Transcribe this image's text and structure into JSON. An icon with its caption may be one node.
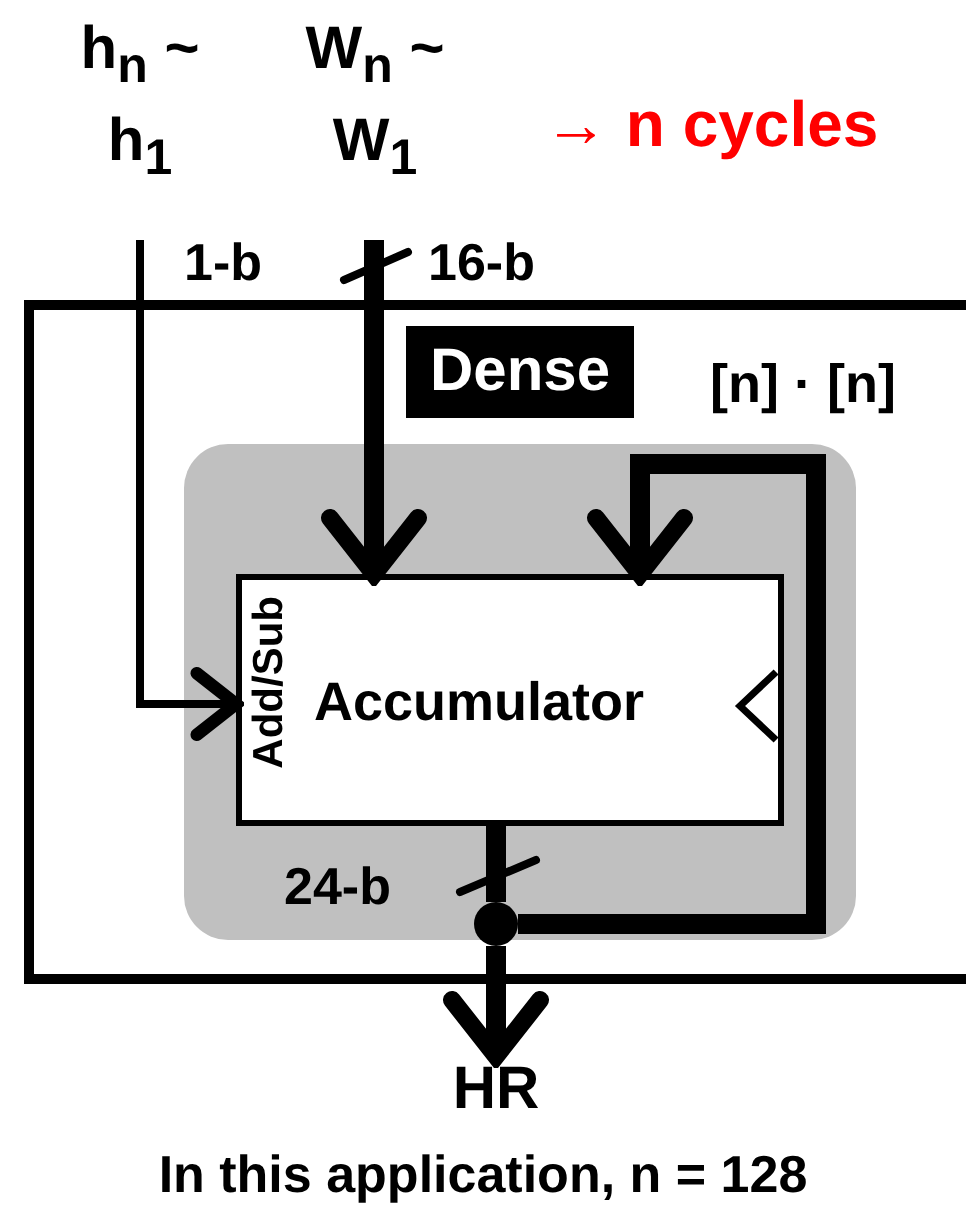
{
  "diagram": {
    "caption": "In this application, n = 128",
    "nodes": [
      {
        "text": [
          "h$_{n}$ ~ h$_{1}$"
        ]
      },
      {
        "text": [
          "W$_{n}$ ~ W$_{1}$"
        ]
      },
      {
        "text": [
          "Dense"
        ],
        "beside": [
          "[n] · [n]"
        ]
      },
      {
        "text": [],
        "shape": "box",
        "in": 2
      },
      {
        "text": [
          "Add/Sub",
          "Accumulator"
        ],
        "in": 3
      },
      {
        "text": [],
        "shape": "circle",
        "in": 3
      },
      {
        "text": [
          "HR"
        ]
      }
    ],
    "edges": [
      {
        "from": 0,
        "to": 4,
        "arrow": "to",
        "label": "1-b"
      },
      {
        "from": 1,
        "to": 4,
        "arrow": "to",
        "label": "16-b"
      },
      {
        "from": 4,
        "to": 5,
        "arrow": "none",
        "label": "24-b"
      },
      {
        "from": 5,
        "to": 4,
        "arrow": "to"
      },
      {
        "from": 5,
        "to": 6,
        "arrow": "to"
      }
    ],
    "labels": [
      "→ n cycles"
    ]
  }
}
